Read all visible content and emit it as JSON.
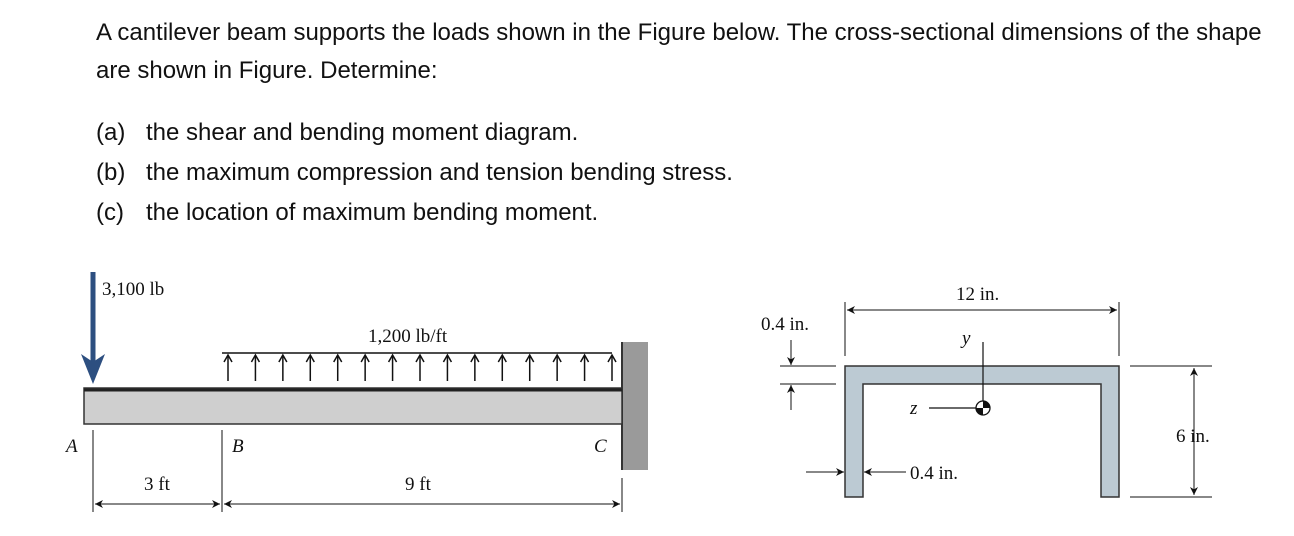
{
  "problem": {
    "intro": "A cantilever beam supports the loads shown in the Figure below. The cross-sectional dimensions of the shape are shown in Figure. Determine:",
    "parts": [
      {
        "label": "(a)",
        "text": "the shear and bending moment diagram."
      },
      {
        "label": "(b)",
        "text": "the maximum compression and tension bending stress."
      },
      {
        "label": "(c)",
        "text": "the location of maximum bending moment."
      }
    ]
  },
  "beam": {
    "point_load": "3,100 lb",
    "distributed_load": "1,200 lb/ft",
    "point_A": "A",
    "point_B": "B",
    "point_C": "C",
    "dim_AB": "3 ft",
    "dim_BC": "9 ft",
    "colors": {
      "point_load_arrow": "#2d4f80",
      "beam_fill": "#cfcfcf",
      "wall_fill": "#9a9a9a"
    }
  },
  "section": {
    "width": "12 in.",
    "height": "6 in.",
    "flange_thickness": "0.4 in.",
    "web_thickness": "0.4 in.",
    "axis_y": "y",
    "axis_z": "z",
    "colors": {
      "section_fill": "#bccad3"
    }
  }
}
